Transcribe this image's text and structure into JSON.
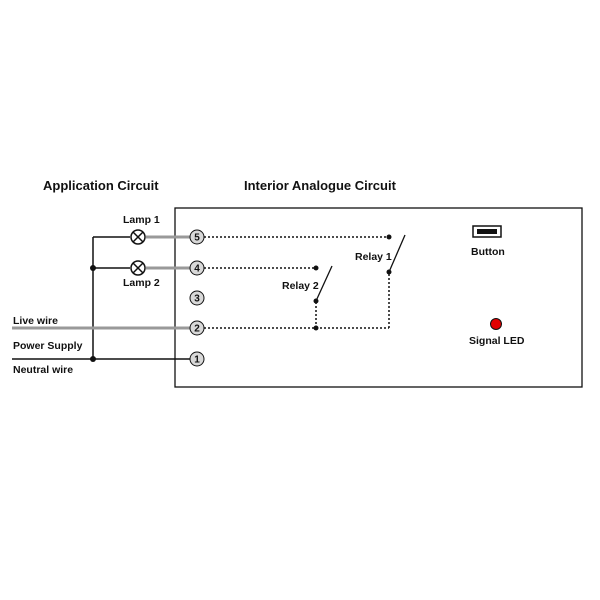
{
  "headings": {
    "application_circuit": "Application Circuit",
    "interior_circuit": "Interior Analogue Circuit"
  },
  "labels": {
    "lamp1": "Lamp 1",
    "lamp2": "Lamp 2",
    "live_wire": "Live wire",
    "power_supply": "Power Supply",
    "neutral_wire": "Neutral wire",
    "relay1": "Relay 1",
    "relay2": "Relay 2",
    "button": "Button",
    "signal_led": "Signal LED"
  },
  "terminals": [
    "5",
    "4",
    "3",
    "2",
    "1"
  ],
  "colors": {
    "line": "#111111",
    "wire_gray": "#999999",
    "terminal_fill": "#d8d8d8",
    "led": "#e00000"
  }
}
